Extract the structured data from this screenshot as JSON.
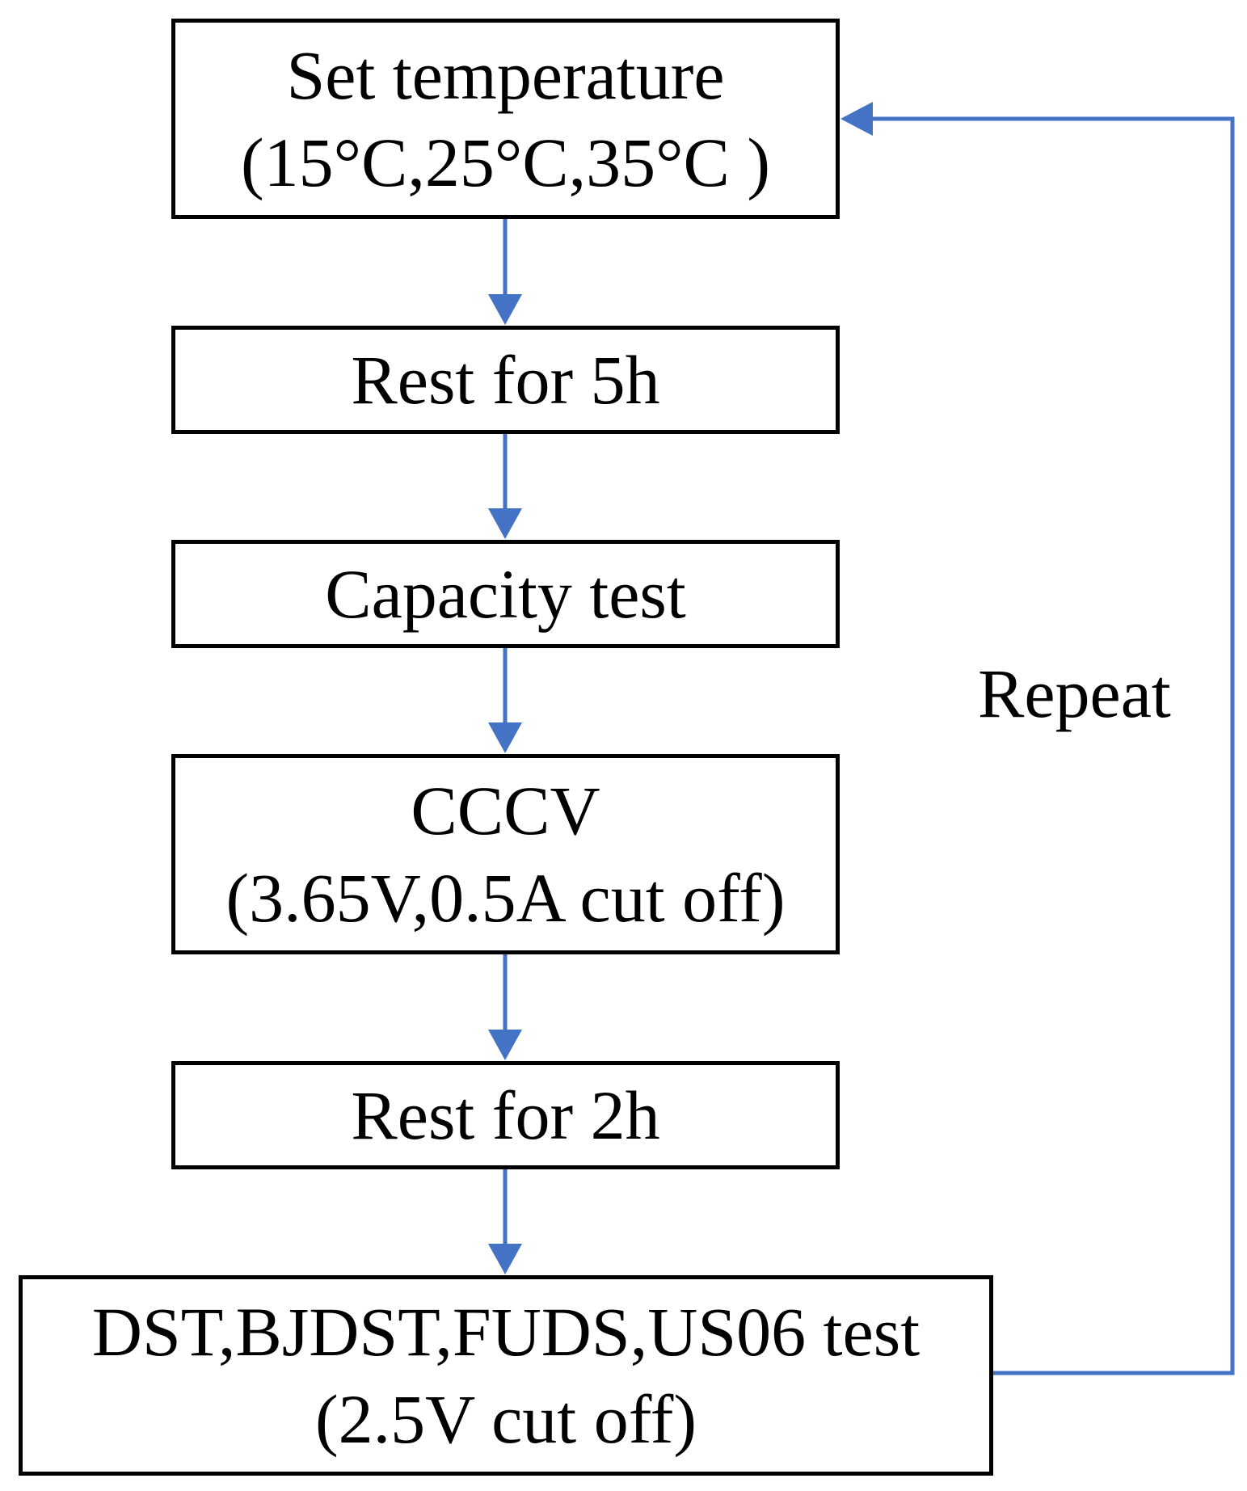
{
  "colors": {
    "arrow": "#4472C4",
    "box_border": "#000000",
    "text": "#000000",
    "background": "#ffffff"
  },
  "steps": [
    {
      "id": "set-temperature",
      "lines": [
        "Set temperature",
        "(15°C,25°C,35°C )"
      ]
    },
    {
      "id": "rest-5h",
      "lines": [
        "Rest for 5h"
      ]
    },
    {
      "id": "capacity-test",
      "lines": [
        "Capacity test"
      ]
    },
    {
      "id": "cccv",
      "lines": [
        "CCCV",
        "(3.65V,0.5A cut off)"
      ]
    },
    {
      "id": "rest-2h",
      "lines": [
        "Rest for 2h"
      ]
    },
    {
      "id": "drive-cycles",
      "lines": [
        "DST,BJDST,FUDS,US06 test",
        "(2.5V cut off)"
      ]
    }
  ],
  "loop": {
    "label": "Repeat",
    "from": "drive-cycles",
    "to": "set-temperature"
  }
}
